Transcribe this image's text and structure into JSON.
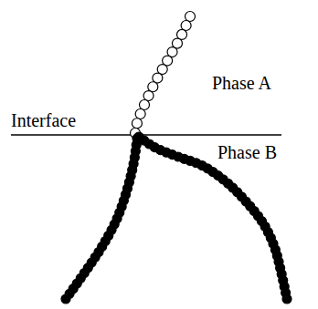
{
  "diagram": {
    "labels": [
      "Phase A",
      "Interface",
      "Phase B"
    ]
  }
}
